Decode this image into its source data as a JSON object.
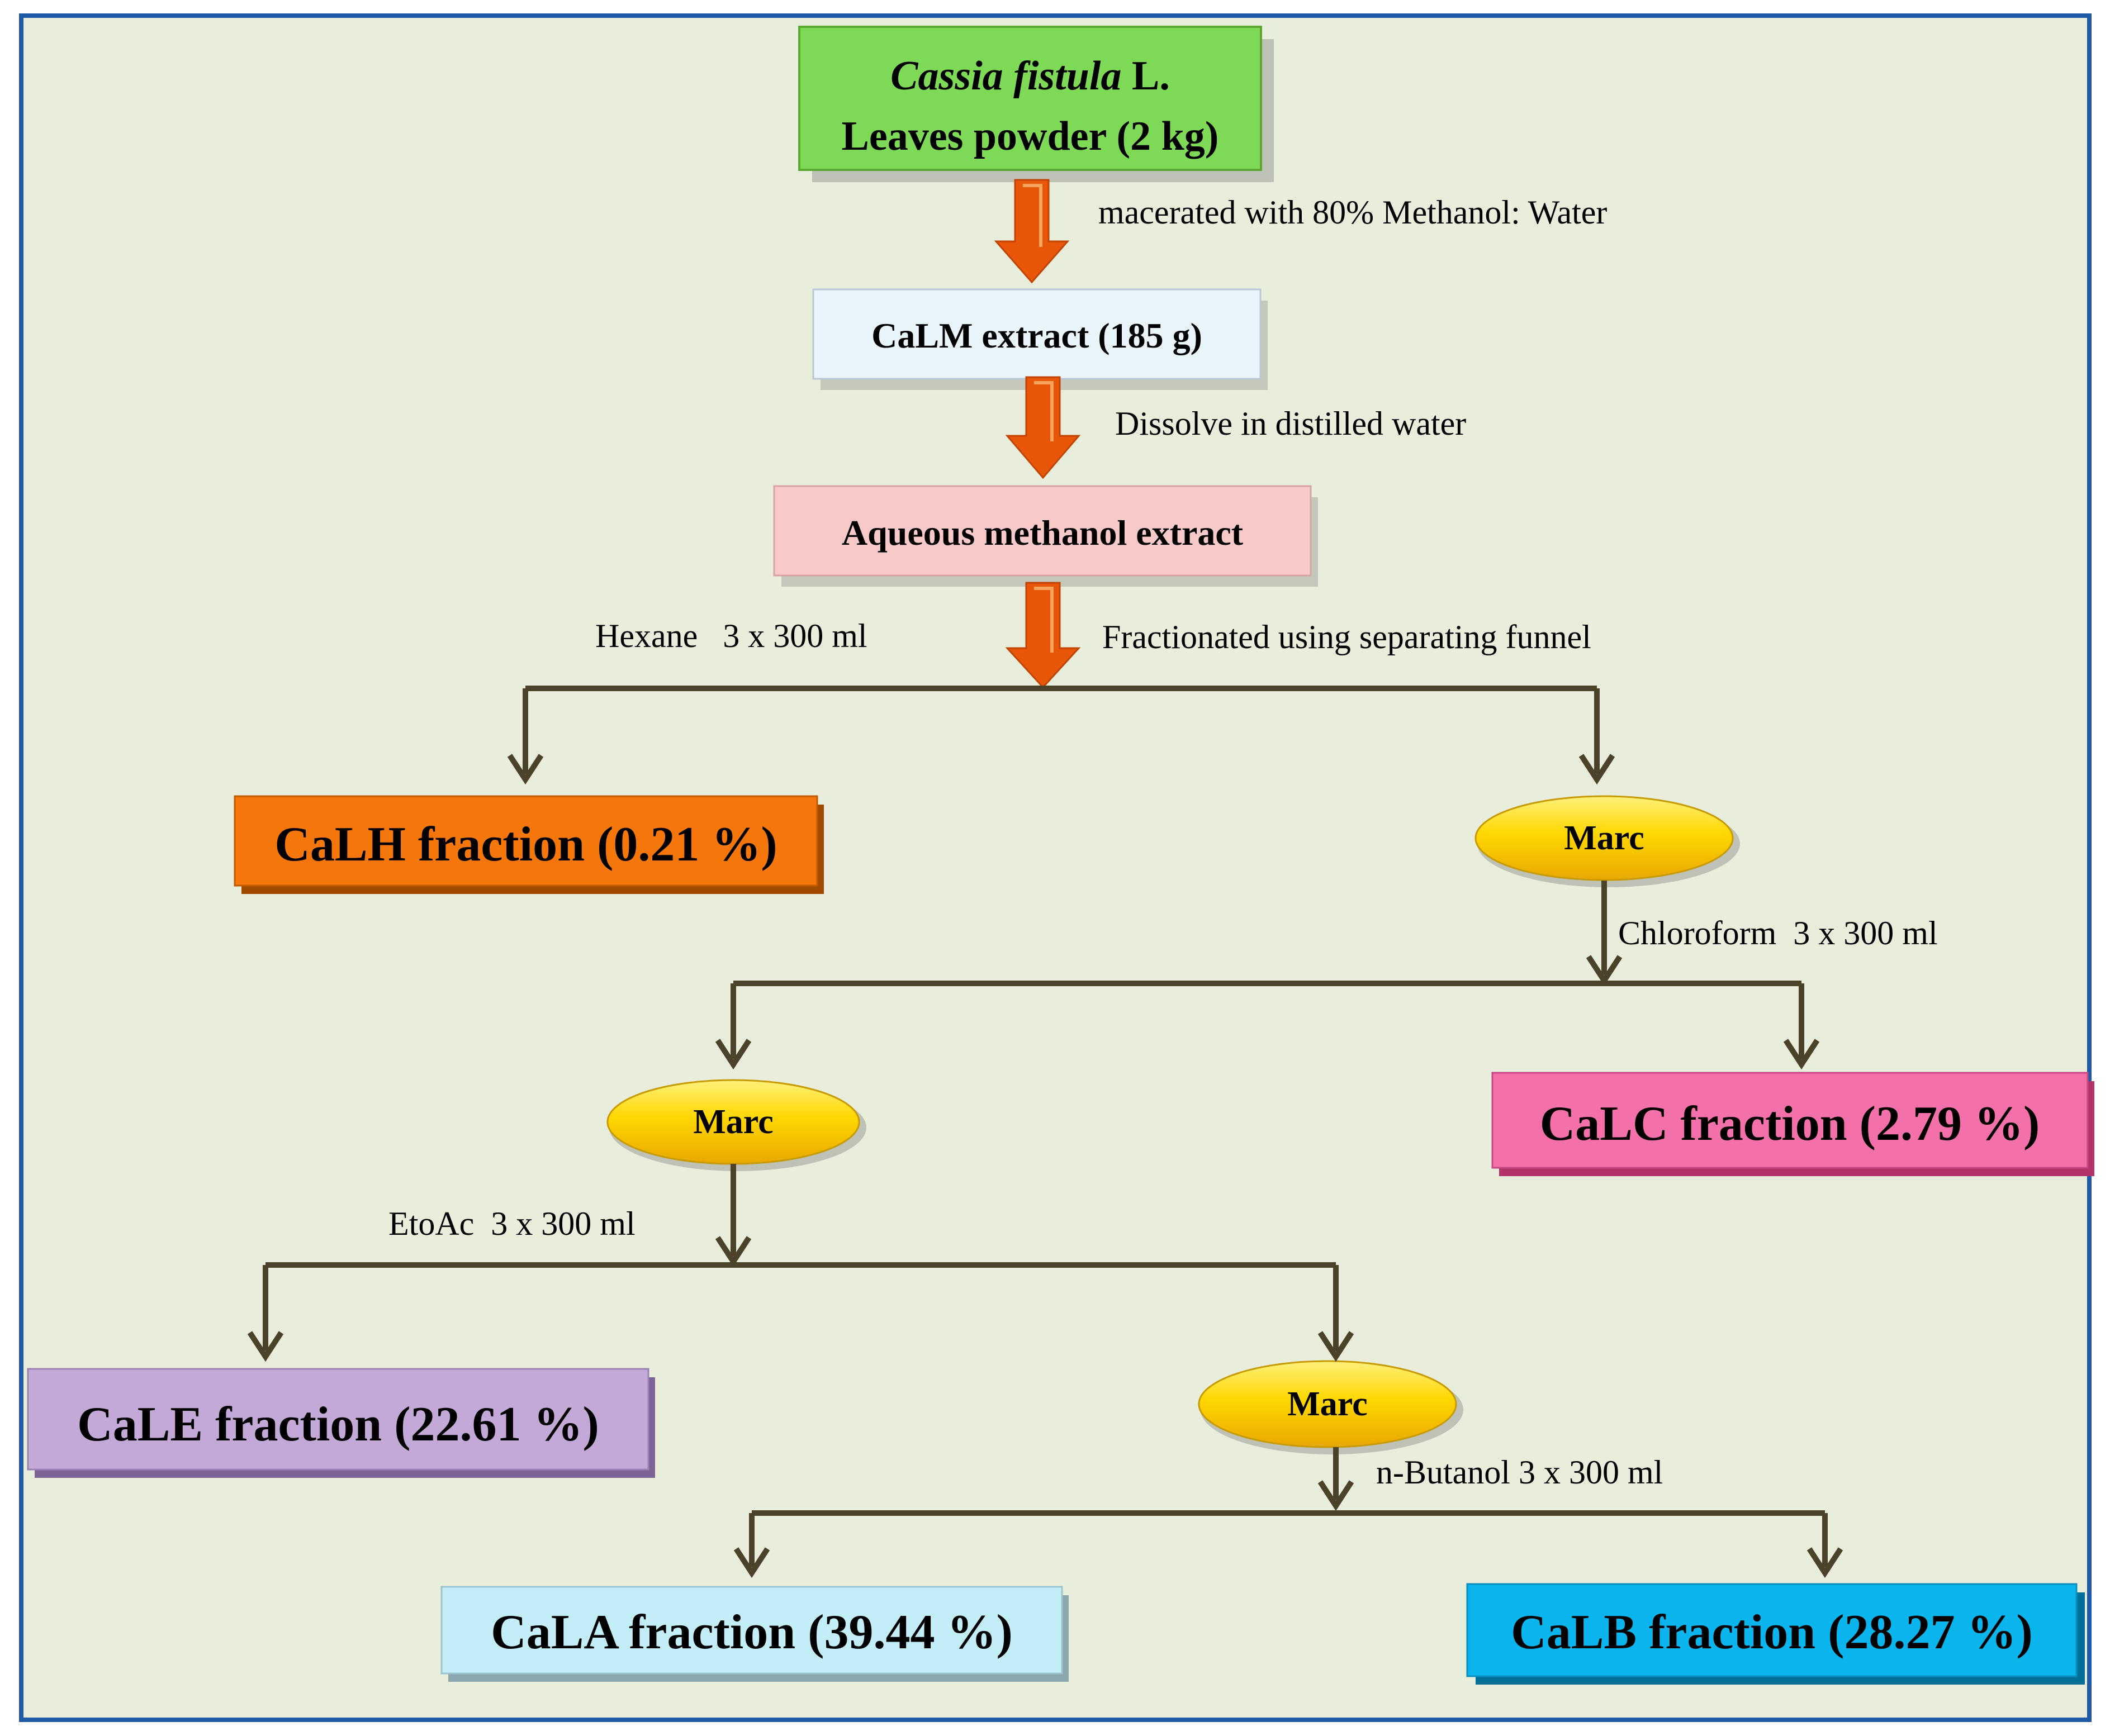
{
  "colors": {
    "background": "#e9eedc",
    "frame": "#1f5aa6",
    "connector": "#4a4229",
    "orange_arrow": "#e8560a",
    "orange_arrow_light": "#f08a3c"
  },
  "nodes": {
    "start": {
      "line1_italic": "Cassia fistula",
      "line1_rest": " L.",
      "line2": "Leaves powder (2 kg)",
      "fill": "#7ed957"
    },
    "calm": {
      "label": "CaLM extract (185 g)",
      "fill": "#eaf4fb"
    },
    "aqueous": {
      "label": "Aqueous methanol extract",
      "fill": "#f7c9c9"
    },
    "calh": {
      "label": "CaLH fraction (0.21 %)",
      "fill": "#f5760a"
    },
    "marc1": {
      "label": "Marc"
    },
    "calc": {
      "label": "CaLC fraction (2.79 %)",
      "fill": "#f470a8"
    },
    "marc2": {
      "label": "Marc"
    },
    "cale": {
      "label": "CaLE fraction (22.61 %)",
      "fill": "#c2a9d8"
    },
    "marc3": {
      "label": "Marc"
    },
    "cala": {
      "label": "CaLA fraction (39.44 %)",
      "fill": "#c3eef8"
    },
    "calb": {
      "label": "CaLB fraction (28.27 %)",
      "fill": "#0ab4ec"
    }
  },
  "steps": {
    "macerate": "macerated with 80% Methanol: Water",
    "dissolve": "Dissolve in distilled water",
    "fractionate": "Fractionated using separating funnel",
    "hexane": "Hexane   3 x 300 ml",
    "chloroform": "Chloroform  3 x 300 ml",
    "etoac": "EtoAc  3 x 300 ml",
    "butanol": "n-Butanol 3 x 300 ml"
  }
}
